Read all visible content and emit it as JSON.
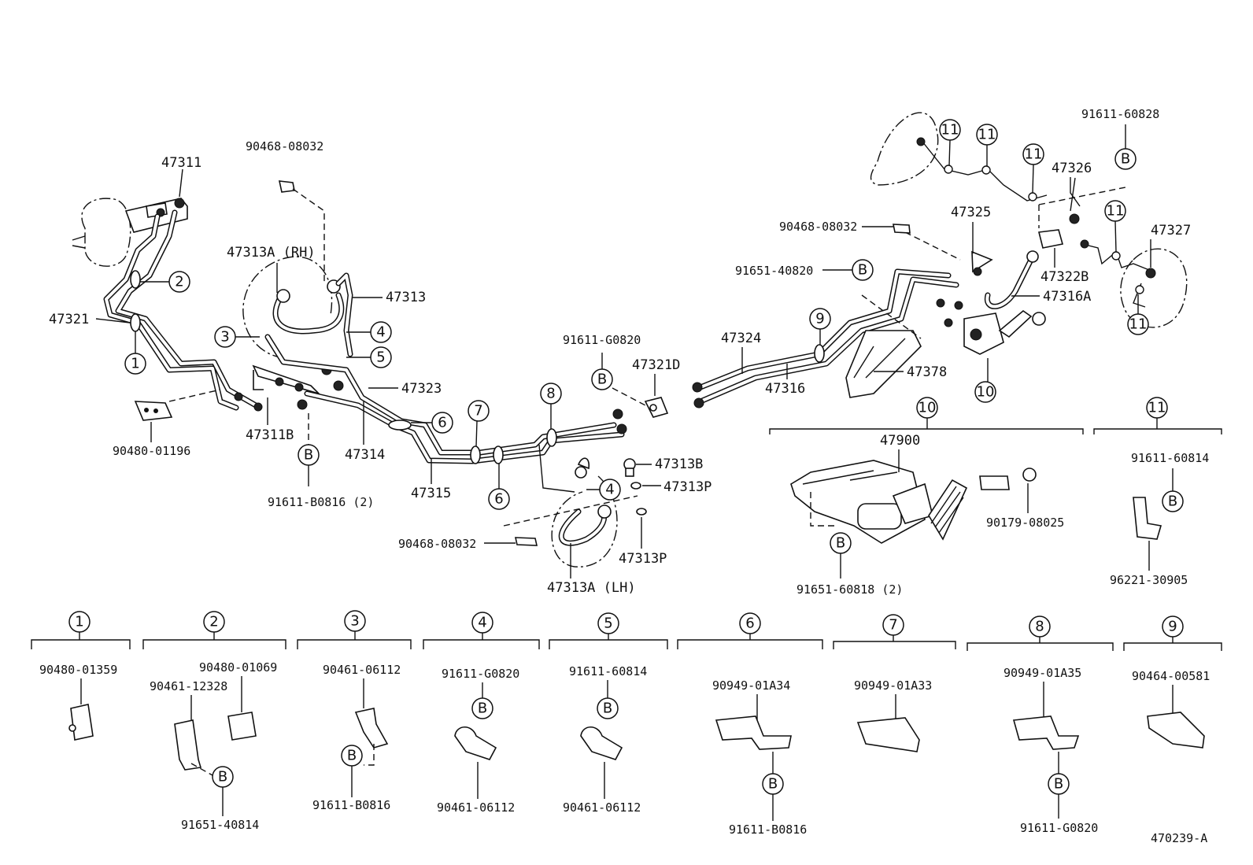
{
  "parts": {
    "p47311": "47311",
    "p90468_top": "90468-08032",
    "p47313a_rh": "47313A (RH)",
    "p47313": "47313",
    "p47321": "47321",
    "p47323": "47323",
    "p47311b": "47311B",
    "p47314": "47314",
    "p47315": "47315",
    "p90480_01196": "90480-01196",
    "p91611_b0816_2": "91611-B0816 (2)",
    "p91611_g0820_mid": "91611-G0820",
    "p47321d": "47321D",
    "p47313b": "47313B",
    "p47313p_1": "47313P",
    "p47313p_2": "47313P",
    "p90468_mid": "90468-08032",
    "p47313a_lh": "47313A (LH)",
    "p47324": "47324",
    "p47316": "47316",
    "p47378": "47378",
    "p90468_right": "90468-08032",
    "p91651_40820": "91651-40820",
    "p47325": "47325",
    "p47326": "47326",
    "p91611_60828": "91611-60828",
    "p47327": "47327",
    "p47322b": "47322B",
    "p47316a": "47316A",
    "p47900": "47900",
    "p90179_08025": "90179-08025",
    "p91651_60818_2": "91651-60818 (2)",
    "p91611_60814_r": "91611-60814",
    "p96221_30905": "96221-30905",
    "diagram_id": "470239-A"
  },
  "callouts": {
    "c1": "1",
    "c2": "2",
    "c3": "3",
    "c4": "4",
    "c5": "5",
    "c6": "6",
    "c7": "7",
    "c8": "8",
    "c9": "9",
    "c10": "10",
    "c11": "11",
    "b": "B"
  },
  "groups": [
    {
      "num": "1",
      "parts": [
        "90480-01359"
      ]
    },
    {
      "num": "2",
      "parts": [
        "90480-01069",
        "90461-12328",
        "91651-40814"
      ]
    },
    {
      "num": "3",
      "parts": [
        "90461-06112",
        "91611-B0816"
      ]
    },
    {
      "num": "4",
      "parts": [
        "91611-G0820",
        "90461-06112"
      ]
    },
    {
      "num": "5",
      "parts": [
        "91611-60814",
        "90461-06112"
      ]
    },
    {
      "num": "6",
      "parts": [
        "90949-01A34",
        "91611-B0816"
      ]
    },
    {
      "num": "7",
      "parts": [
        "90949-01A33"
      ]
    },
    {
      "num": "8",
      "parts": [
        "90949-01A35",
        "91611-G0820"
      ]
    },
    {
      "num": "9",
      "parts": [
        "90464-00581"
      ]
    }
  ]
}
